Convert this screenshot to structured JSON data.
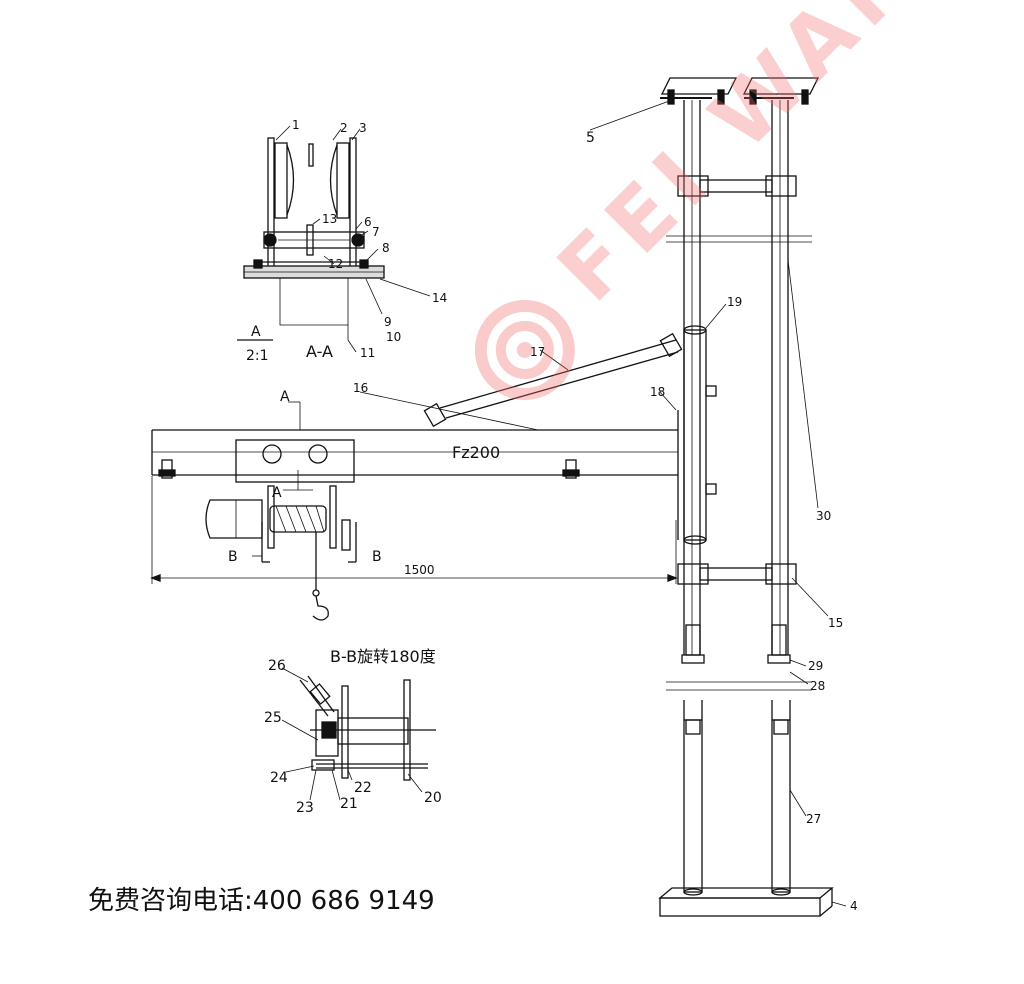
{
  "drawing": {
    "callouts": [
      "1",
      "2",
      "3",
      "4",
      "5",
      "6",
      "7",
      "8",
      "9",
      "10",
      "11",
      "12",
      "13",
      "14",
      "15",
      "16",
      "17",
      "18",
      "19",
      "20",
      "21",
      "22",
      "23",
      "24",
      "25",
      "26",
      "27",
      "28",
      "29",
      "30"
    ],
    "section_aa": {
      "marker": "A",
      "scale": "2:1",
      "title": "A-A"
    },
    "section_bb": {
      "title": "B-B旋转180度",
      "marker_left": "B",
      "marker_right": "B"
    },
    "beam_marker": "A",
    "hoist_marker": "A",
    "beam_label": "Fz200",
    "dimension": "1500"
  },
  "watermark": {
    "brand": "FEI WANDA"
  },
  "contact": {
    "text": "免费咨询电话:400 686 9149"
  }
}
